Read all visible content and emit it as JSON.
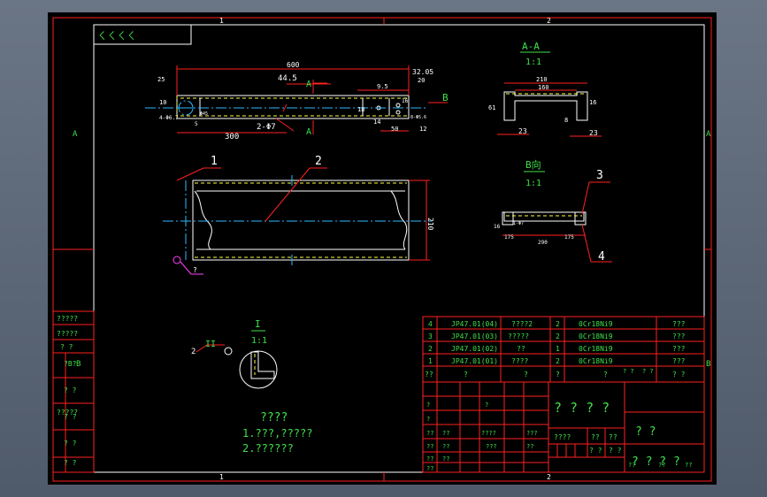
{
  "border": {
    "top_numbers": [
      "1",
      "2"
    ],
    "bottom_numbers": [
      "1",
      "2"
    ],
    "side_letters": [
      "A",
      "A",
      "B",
      "B"
    ]
  },
  "stamp_box": {
    "text": "ㄑㄑㄑㄑ"
  },
  "views": {
    "top": {
      "dims": {
        "len600": "600",
        "d44_5": "44.5",
        "d32_05": "32.05",
        "d25": "25",
        "d20": "20",
        "d9_5": "9.5",
        "d10": "10",
        "d18": "18",
        "phi45": "Φ45",
        "phi47": "4-Φ6.7",
        "d5": "5",
        "d300": "300",
        "holes": "2-Φ7",
        "d14": "14",
        "d50": "50",
        "d12": "12",
        "d8phi": "8-Φ5.6",
        "d16": "16"
      },
      "section_marks": {
        "a_top": "A",
        "a_bot": "A",
        "b": "B"
      }
    },
    "section_aa": {
      "title": "A-A",
      "scale": "1:1",
      "dims": {
        "d210": "210",
        "d160": "160",
        "d61": "61",
        "d16": "16",
        "d23a": "23",
        "d23b": "23",
        "d8": "8"
      }
    },
    "front": {
      "balloons": [
        "1",
        "2",
        "3",
        "4"
      ],
      "dims": {
        "d210": "210"
      },
      "note": "?"
    },
    "view_b": {
      "title": "B向",
      "scale": "1:1",
      "dims": {
        "d97": "1-Φ7",
        "d290": "290",
        "d175a": "175",
        "d175b": "175",
        "d16": "16"
      }
    },
    "detail": {
      "title": "I",
      "scale": "1:1",
      "marker": "II",
      "callout": "2"
    }
  },
  "notes": {
    "heading": "????",
    "line1": "1.???,?????",
    "line2": "2.??????"
  },
  "left_strip": [
    "?????",
    "?????",
    "? ?",
    "?B?",
    "? ?",
    "? ?",
    "?????",
    "? ?",
    "? ?",
    "? ?"
  ],
  "bom": {
    "rows": [
      {
        "no": "4",
        "code": "JP47.01(04)",
        "name": "????2",
        "qty": "2",
        "material": "0Cr18Ni9",
        "note": "???"
      },
      {
        "no": "3",
        "code": "JP47.01(03)",
        "name": "?????",
        "qty": "2",
        "material": "0Cr18Ni9",
        "note": "???"
      },
      {
        "no": "2",
        "code": "JP47.01(02)",
        "name": "??",
        "qty": "1",
        "material": "0Cr18Ni9",
        "note": "???"
      },
      {
        "no": "1",
        "code": "JP47.01(01)",
        "name": "????",
        "qty": "2",
        "material": "0Cr18Ni9",
        "note": "???"
      }
    ],
    "header": [
      "??",
      "?",
      "?",
      "?",
      "?",
      "? ? ? ?",
      "? ?"
    ],
    "weight_cells": [
      "? ?",
      "? ?"
    ]
  },
  "title_block": {
    "drawing_title": "? ? ? ?",
    "company": "? ?",
    "code": "? ? ? ?",
    "scale_label": "????",
    "cells": [
      "??",
      "??",
      "??",
      "??",
      "??",
      "??",
      "????",
      "???",
      "???",
      "??",
      "??",
      "??",
      "??",
      "??",
      "??",
      "??",
      "?",
      "?",
      "?"
    ],
    "sheet_cells": [
      "? ?",
      "? ?"
    ]
  }
}
